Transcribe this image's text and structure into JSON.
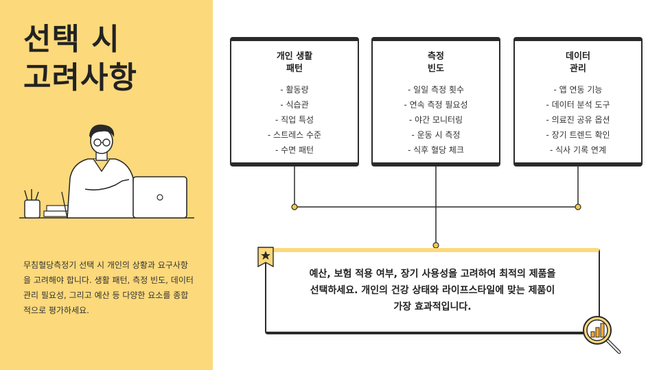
{
  "slide": {
    "title_lines": [
      "선택 시",
      "고려사항"
    ],
    "description": "무침혈당측정기 선택 시 개인의 상황과 요구사항을 고려해야 합니다. 생활 패턴, 측정 빈도, 데이터 관리 필요성, 그리고 예산 등 다양한 요소를 종합적으로 평가하세요.",
    "cards": [
      {
        "title_lines": [
          "개인 생활",
          "패턴"
        ],
        "items": [
          "- 활동량",
          "- 식습관",
          "- 직업 특성",
          "- 스트레스 수준",
          "- 수면 패턴"
        ]
      },
      {
        "title_lines": [
          "측정",
          "빈도"
        ],
        "items": [
          "- 일일 측정 횟수",
          "- 연속 측정 필요성",
          "- 야간 모니터링",
          "- 운동 시 측정",
          "- 식후 혈당 체크"
        ]
      },
      {
        "title_lines": [
          "데이터",
          "관리"
        ],
        "items": [
          "- 앱 연동 기능",
          "- 데이터 분석 도구",
          "- 의료진 공유 옵션",
          "- 장기 트렌드 확인",
          "- 식사 기록 연계"
        ]
      }
    ],
    "summary_lines": [
      "예산, 보험 적용 여부, 장기 사용성을 고려하여 최적의 제품을",
      "선택하세요. 개인의 건강 상태와 라이프스타일에 맞는 제품이",
      "가장 효과적입니다."
    ],
    "colors": {
      "accent_yellow": "#fcd97b",
      "dark": "#2a2a2a",
      "connector_dot": "#f2c94c"
    },
    "icons": {
      "badge": "star-icon",
      "corner": "magnifier-chart-icon",
      "illustration": "person-at-laptop-illustration"
    }
  }
}
